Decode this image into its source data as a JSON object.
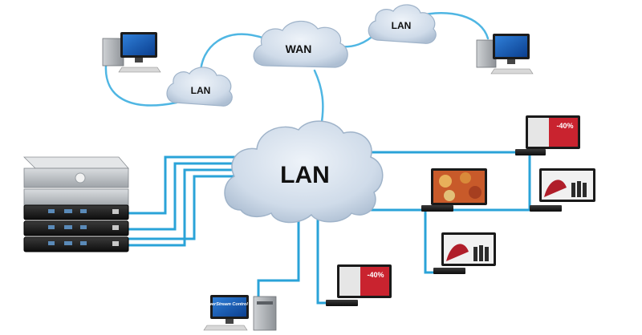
{
  "clouds": {
    "main_lan": "LAN",
    "wan": "WAN",
    "lan_left": "LAN",
    "lan_right": "LAN"
  },
  "screens": {
    "promo_discount": "-40%",
    "pc_monitor_text": "PowerStream Control SW"
  },
  "colors": {
    "cable": "#2aa3d8",
    "cloud_fill": "#cfdceb",
    "cloud_stroke": "#9fb3c9"
  }
}
